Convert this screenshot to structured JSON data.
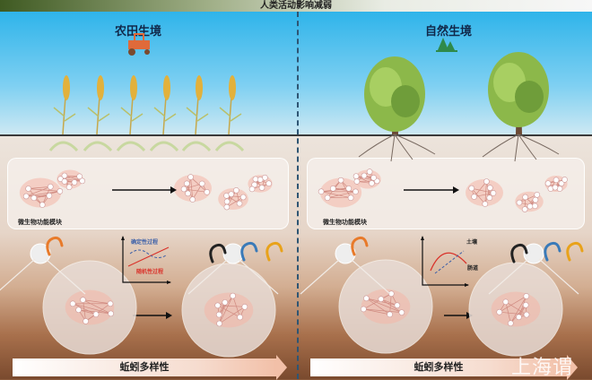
{
  "title": "人类活动影响减弱",
  "left": {
    "habitat": "农田生境",
    "module_label": "微生物功能模块",
    "curve_labels": {
      "deterministic": "确定性过程",
      "stochastic": "随机性过程"
    },
    "bar_label": "蚯蚓多样性"
  },
  "right": {
    "habitat": "自然生境",
    "module_label": "微生物功能模块",
    "curve_labels": {
      "soil": "土壤",
      "gut": "肠道"
    },
    "bar_label": "蚯蚓多样性"
  },
  "watermark": "上海谓",
  "colors": {
    "sky": "#2fb4ea",
    "soil": "#8a5a3c",
    "module": "#f4b6a8",
    "red": "#d9332b",
    "blue": "#3b5fa8"
  }
}
